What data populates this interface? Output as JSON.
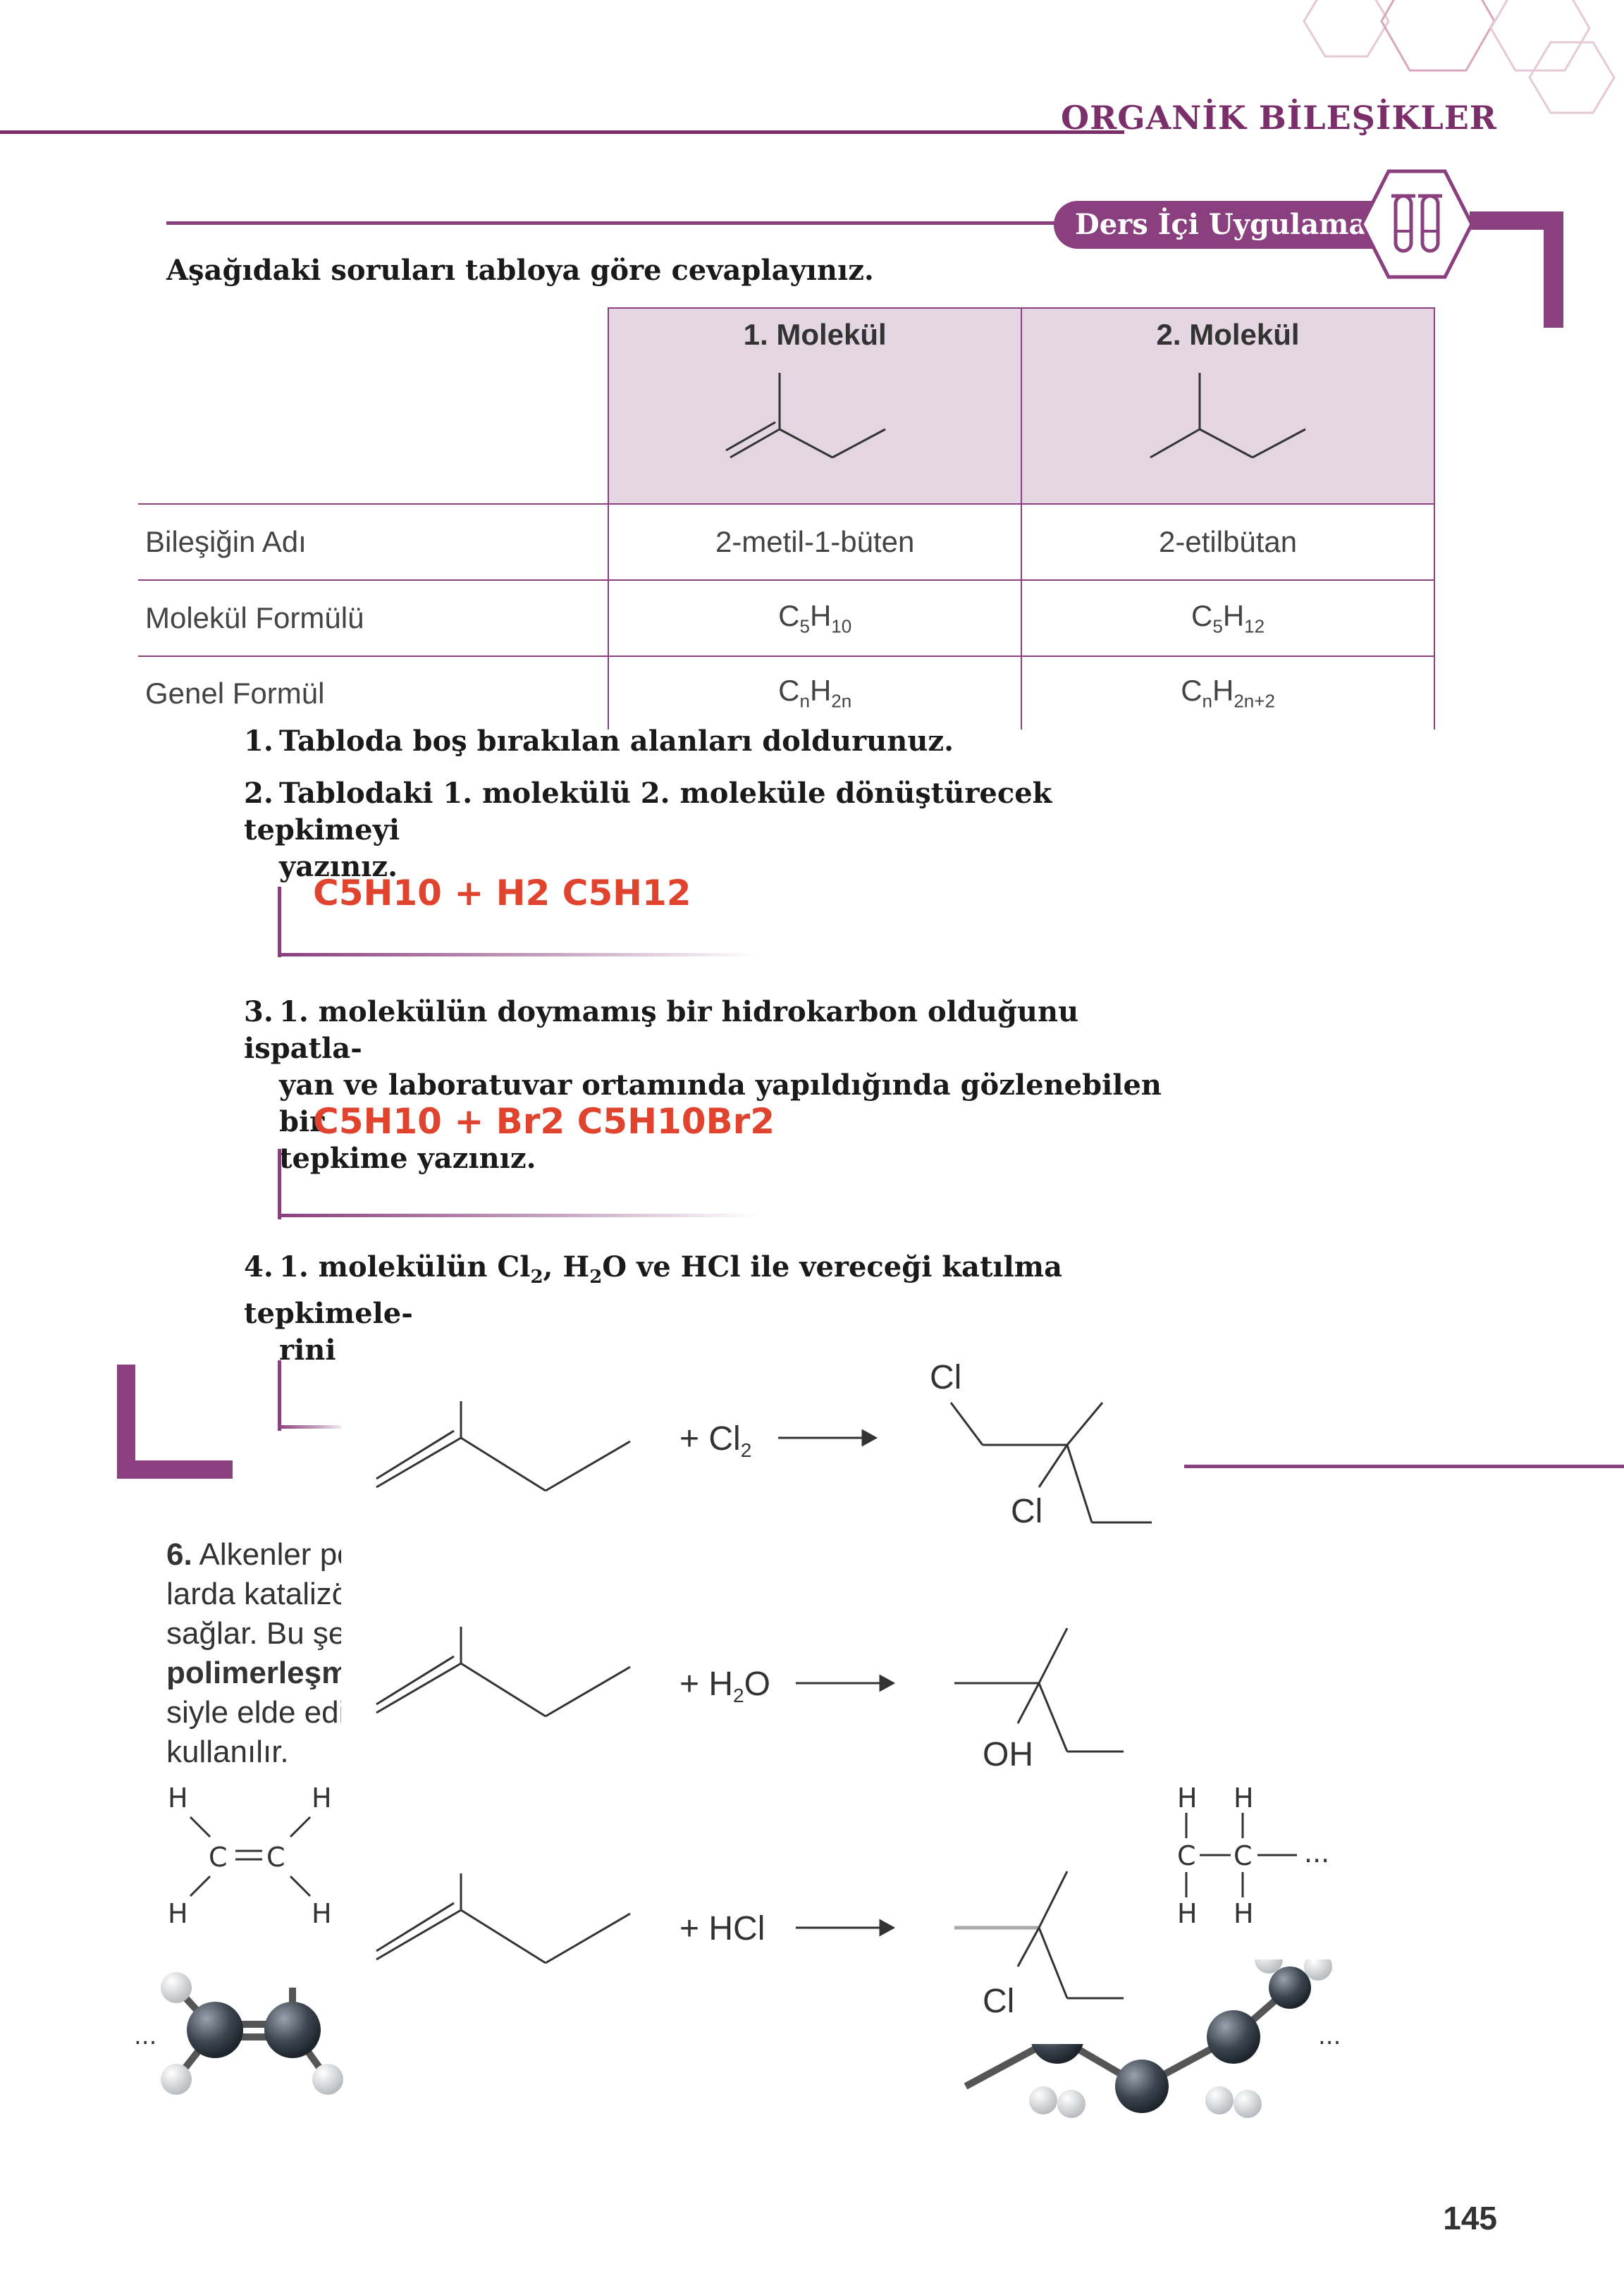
{
  "header": {
    "title": "ORGANİK BİLEŞİKLER",
    "badge": "Ders İçi Uygulama"
  },
  "intro": "Aşağıdaki soruları tabloya göre cevaplayınız.",
  "table": {
    "col1": "1. Molekül",
    "col2": "2. Molekül",
    "rows": [
      {
        "label": "Bileşiğin Adı",
        "c1": "2-metil-1-büten",
        "c2": "2-etilbütan"
      },
      {
        "label": "Molekül Formülü",
        "c1_main": "C",
        "c1_sub1": "5",
        "c1_h": "H",
        "c1_sub2": "10",
        "c2_main": "C",
        "c2_sub1": "5",
        "c2_h": "H",
        "c2_sub2": "12"
      },
      {
        "label": "Genel Formül",
        "c1_main": "C",
        "c1_sub1": "n",
        "c1_h": "H",
        "c1_sub2": "2n",
        "c2_main": "C",
        "c2_sub1": "n",
        "c2_h": "H",
        "c2_sub2": "2n+2"
      }
    ]
  },
  "questions": {
    "q1": "Tabloda boş bırakılan alanları doldurunuz.",
    "q2a": "Tablodaki 1. molekülü 2. moleküle dönüştürecek tepkimeyi",
    "q2b": "yazınız.",
    "a2": "C5H10 + H2 C5H12",
    "q3a": "1. molekülün doymamış bir hidrokarbon olduğunu ispatla-",
    "q3b": "yan ve laboratuvar ortamında yapıldığında gözlenebilen bir",
    "q3c": "tepkime yazınız.",
    "a3": "C5H10 + Br2 C5H10Br2",
    "q4a_pre": "1. molekülün Cl",
    "q4a_sub1": "2",
    "q4a_mid": ", H",
    "q4a_sub2": "2",
    "q4a_post": "O ve HCl ile vereceği katılma tepkimele-",
    "q4b": "rini yazınız.",
    "n1": "1.",
    "n2": "2.",
    "n3": "3.",
    "n4": "4."
  },
  "reactions": {
    "r1_reagent": "+ Cl",
    "r1_sub": "2",
    "r1_prod_top": "Cl",
    "r1_prod_bottom": "Cl",
    "r2_reagent_pre": "+ H",
    "r2_sub": "2",
    "r2_reagent_post": "O",
    "r2_prod": "OH",
    "r3_reagent": "+ HCl",
    "r3_prod": "Cl"
  },
  "q6": {
    "num": "6.",
    "lines": [
      "Alkenler po",
      "larda katalizö",
      "sağlar. Bu şe",
      "polimerleşm",
      "siyle elde edi",
      "kullanılır."
    ]
  },
  "structure": {
    "H": "H",
    "C": "C",
    "dots": "..."
  },
  "page_number": "145",
  "colors": {
    "accent": "#8a3f7e",
    "answer": "#e0442f",
    "table_head": "#e3d5e2"
  }
}
